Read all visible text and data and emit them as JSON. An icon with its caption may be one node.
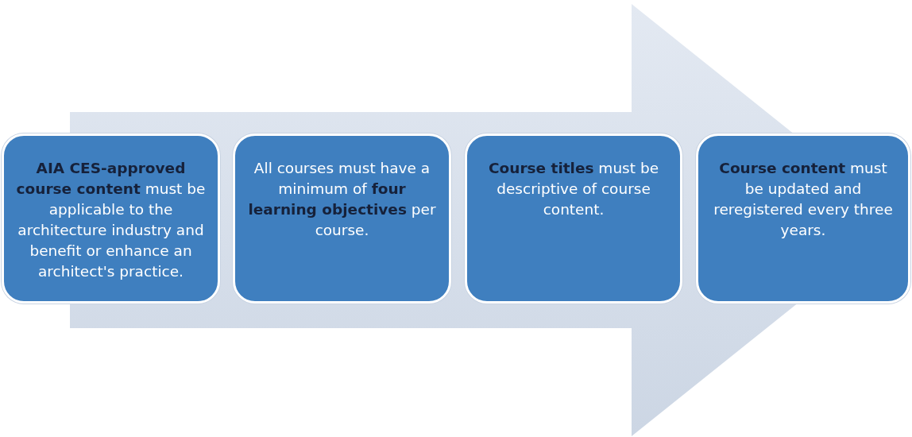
{
  "diagram": {
    "nodes": [
      {
        "text": [
          "**AIA CES-approved course content** must be applicable to the architecture industry and benefit or enhance an architect's practice."
        ]
      },
      {
        "text": [
          "All courses must have a minimum of **four learning objectives** per course."
        ]
      },
      {
        "text": [
          "**Course titles** must be descriptive of course content."
        ]
      },
      {
        "text": [
          "**Course content** must be updated and reregistered every three years."
        ]
      }
    ],
    "edges": [
      {
        "from": 0,
        "to": 3,
        "arrow": "to",
        "style": "thick"
      }
    ]
  }
}
